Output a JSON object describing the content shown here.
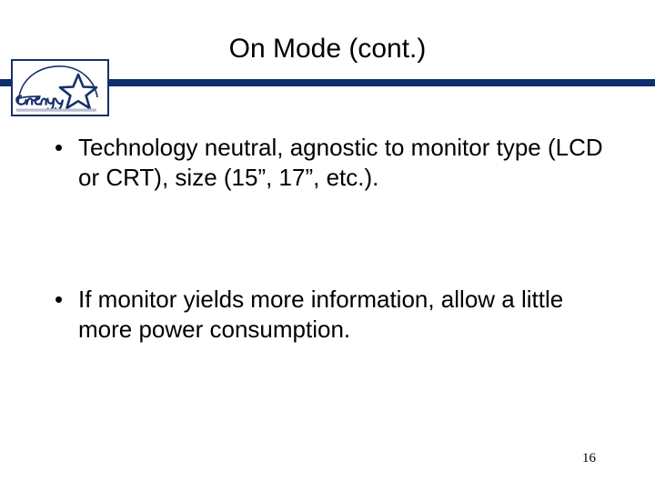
{
  "slide": {
    "title": "On Mode (cont.)",
    "page_number": "16",
    "background_color": "#ffffff",
    "accent_color": "#0d2f6b"
  },
  "logo": {
    "name": "energy-star-logo",
    "wordmark": "energy",
    "border_color": "#17306b",
    "ink_color": "#17306b",
    "shadow_color": "#b8bfcf"
  },
  "divider": {
    "color": "#0d2f6b"
  },
  "body": {
    "bullet_marker": "•",
    "items": [
      {
        "id": "bullet-1",
        "text": "Technology neutral, agnostic to monitor type (LCD or CRT), size (15”, 17”, etc.)."
      },
      {
        "id": "bullet-2",
        "text": "If monitor yields more information, allow a little more power consumption."
      }
    ]
  }
}
